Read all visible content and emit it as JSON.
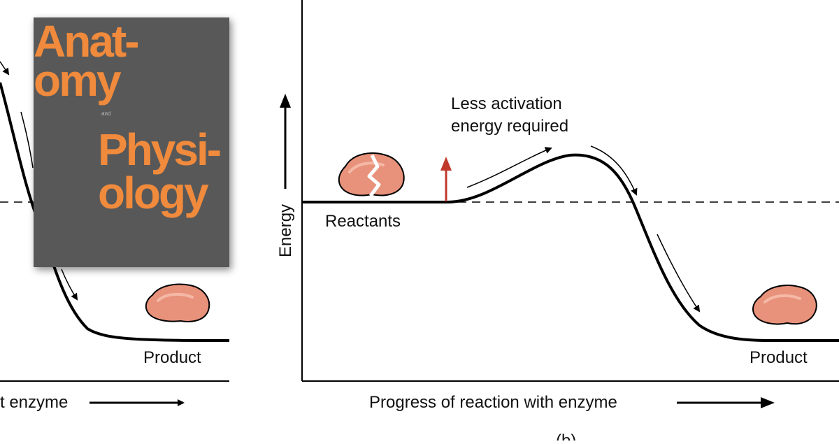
{
  "left_panel": {
    "product_label": "Product",
    "xaxis_fragment": "t enzyme"
  },
  "right_panel": {
    "ylabel": "Energy",
    "xlabel": "Progress of reaction with enzyme",
    "annotation_line1": "Less activation",
    "annotation_line2": "energy required",
    "reactants_label": "Reactants",
    "product_label": "Product",
    "panel_letter": "(b)"
  },
  "book_cover": {
    "title_line1": "Anat-",
    "title_line2": "omy",
    "connector": "and",
    "title_line3": "Physi-",
    "title_line4": "ology"
  },
  "colors": {
    "curve": "#000000",
    "arrow_red": "#c0392b",
    "molecule_fill": "#e8927c",
    "book_bg": "#585858",
    "book_text": "#f08a3c"
  },
  "icons": [
    "reactant-molecule-icon",
    "product-molecule-icon",
    "activation-arrow-icon"
  ]
}
